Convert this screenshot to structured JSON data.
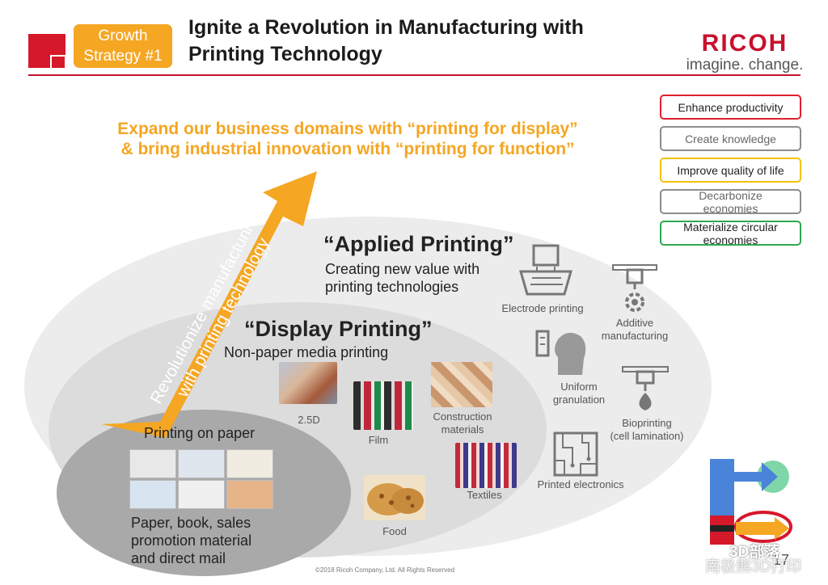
{
  "header": {
    "badge_line1": "Growth",
    "badge_line2": "Strategy #1",
    "title_line1": "Ignite a Revolution in Manufacturing with",
    "title_line2": "Printing Technology",
    "logo_name": "RICOH",
    "logo_tagline": "imagine. change."
  },
  "tagline": {
    "line1": "Expand our business domains with “printing for display”",
    "line2": "& bring industrial innovation with “printing for function”"
  },
  "value_boxes": [
    {
      "label": "Enhance productivity",
      "color": "#e0202e"
    },
    {
      "label": "Create knowledge",
      "color": "#8c8c8c"
    },
    {
      "label": "Improve quality of life",
      "color": "#f2c200"
    },
    {
      "label": "Decarbonize economies",
      "color": "#8c8c8c"
    },
    {
      "label": "Materialize circular economies",
      "color": "#2fa84f"
    }
  ],
  "arrow": {
    "line1": "Revolutionize manufacturing",
    "line2": "with printing technology",
    "color": "#f5a623"
  },
  "applied": {
    "title": "“Applied Printing”",
    "desc_line1": "Creating new value with",
    "desc_line2": "printing technologies",
    "items": {
      "electrode": "Electrode printing",
      "additive_line1": "Additive",
      "additive_line2": "manufacturing",
      "granulation_line1": "Uniform",
      "granulation_line2": "granulation",
      "bio_line1": "Bioprinting",
      "bio_line2": "(cell lamination)",
      "electronics": "Printed electronics"
    },
    "icon_names": [
      "electrode-printer-icon",
      "3d-printer-icon",
      "head-icon",
      "bioprinter-icon",
      "circuit-icon"
    ]
  },
  "display": {
    "title": "“Display Printing”",
    "desc": "Non-paper media printing",
    "items": {
      "d25": "2.5D",
      "film": "Film",
      "construction_line1": "Construction",
      "construction_line2": "materials",
      "textiles": "Textiles",
      "food": "Food"
    }
  },
  "paper": {
    "title": "Printing on paper",
    "desc_line1": "Paper, book, sales",
    "desc_line2": "promotion material",
    "desc_line3": "and direct mail"
  },
  "footer": {
    "copyright": "©2018 Ricoh Company, Ltd. All Rights Reserved",
    "page": "17",
    "watermark": "3D部落",
    "watermark_sub": "南极熊3D打印"
  }
}
